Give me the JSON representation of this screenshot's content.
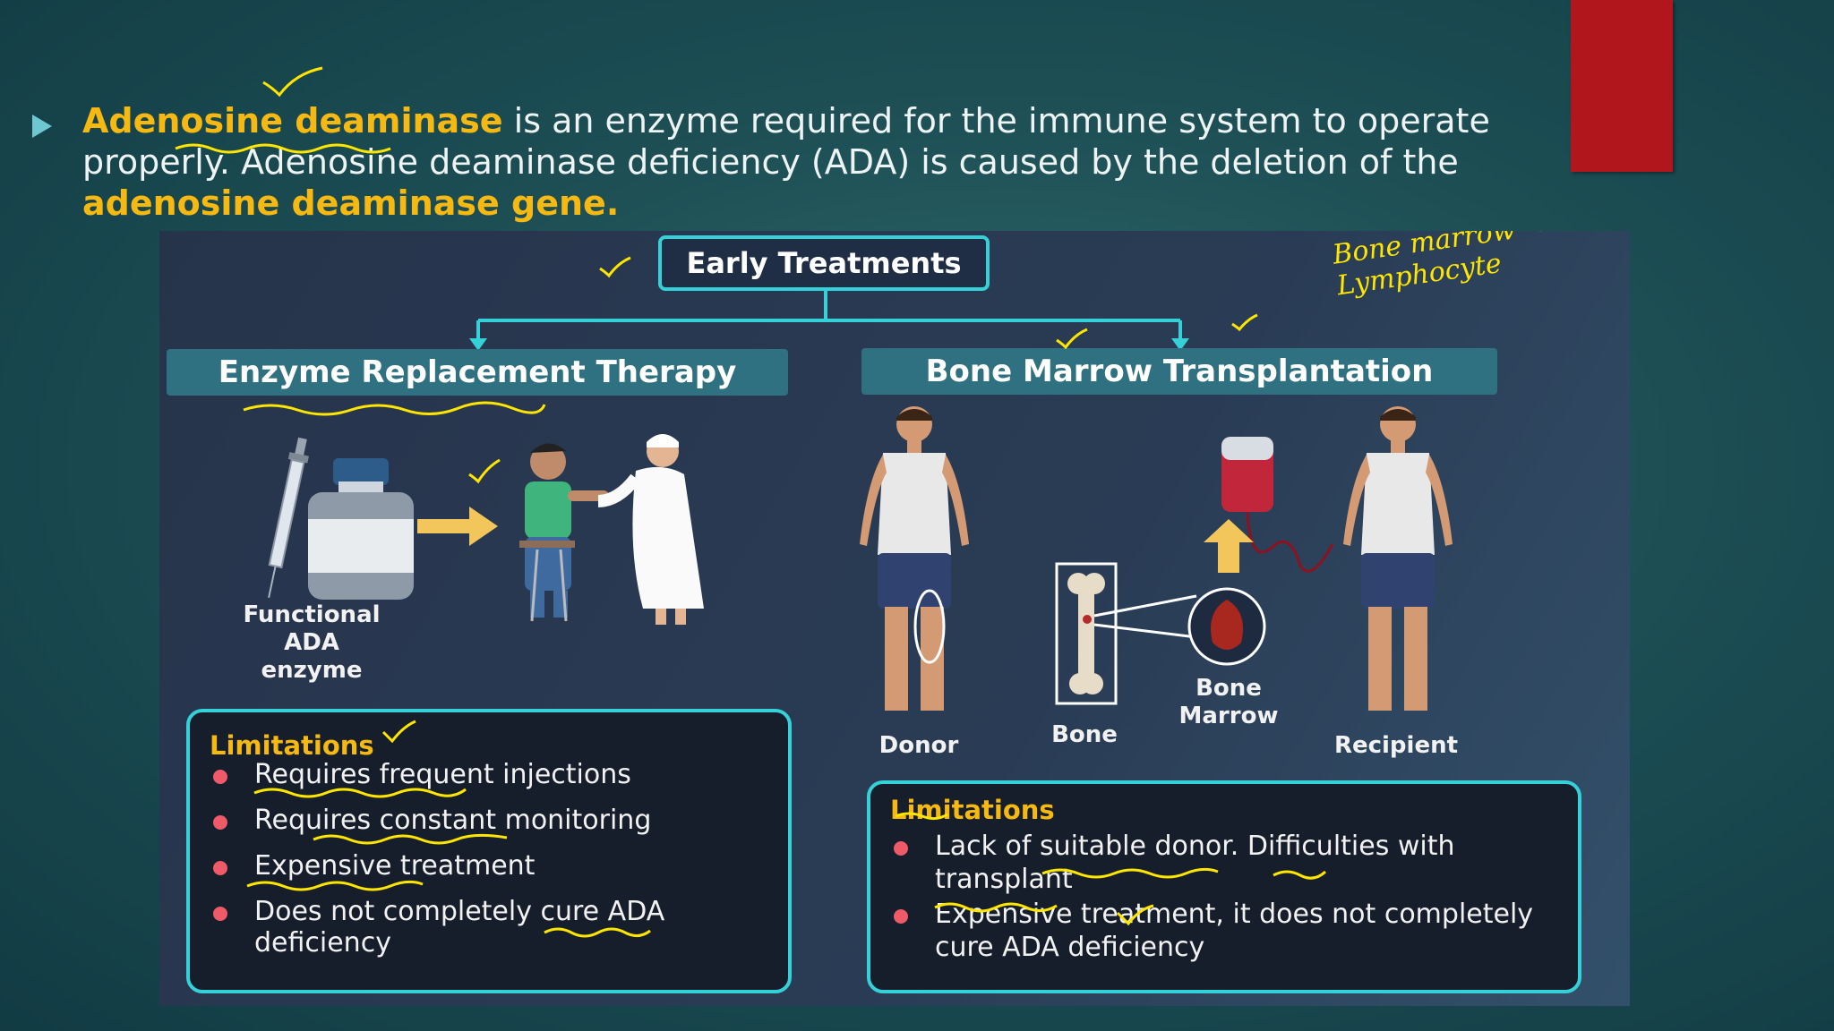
{
  "slide": {
    "intro_term": "Adenosine deaminase",
    "intro_rest1": " is an enzyme required for the immune system to operate properly. Adenosine deaminase deficiency (ADA) is caused by the deletion of the ",
    "intro_gene": "adenosine deaminase gene."
  },
  "diagram": {
    "title": "Early Treatments",
    "left": {
      "header": "Enzyme Replacement Therapy",
      "enzyme_label_1": "Functional",
      "enzyme_label_2": "ADA",
      "enzyme_label_3": "enzyme",
      "limitations_title": "Limitations",
      "limitations": [
        "Requires frequent injections",
        "Requires constant monitoring",
        "Expensive treatment",
        "Does not completely cure ADA",
        "deficiency"
      ]
    },
    "right": {
      "header": "Bone Marrow Transplantation",
      "donor_label": "Donor",
      "bone_label": "Bone",
      "marrow_label_1": "Bone",
      "marrow_label_2": "Marrow",
      "recipient_label": "Recipient",
      "limitations_title": "Limitations",
      "limitations": [
        "Lack of suitable donor. Difficulties with",
        "transplant",
        "Expensive treatment, it does not completely",
        "cure ADA deficiency"
      ]
    }
  },
  "annotation": {
    "handwritten": "Bone marrow → Lymphocyte"
  },
  "colors": {
    "accent_yellow": "#f6b912",
    "cyan_border": "#34d2d8",
    "header_teal": "#2f7181",
    "bullet_red": "#ef5a68",
    "red_block": "#b0161c"
  }
}
